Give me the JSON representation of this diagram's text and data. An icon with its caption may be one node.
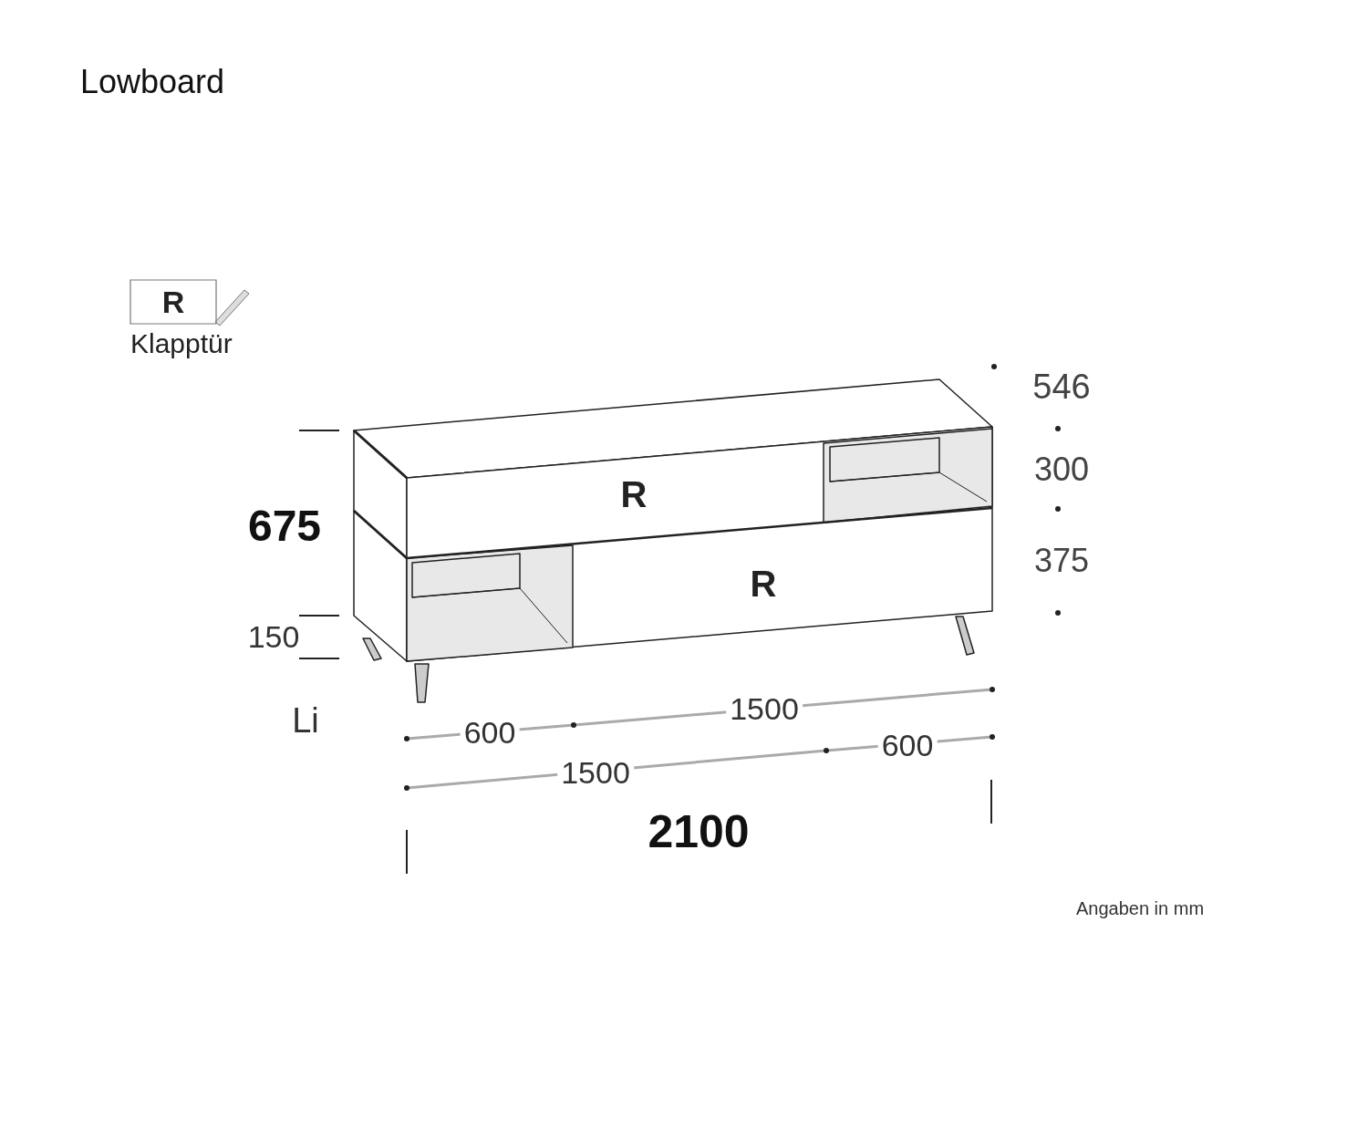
{
  "diagram": {
    "title": "Lowboard",
    "nodes": [
      {
        "text": [
          "R"
        ],
        "beside": [
          "Klapptür"
        ]
      },
      {
        "text": [
          "R"
        ]
      },
      {
        "text": [
          "R"
        ]
      }
    ],
    "labels": [
      "546",
      "300",
      "675",
      "375",
      "150",
      "Li",
      "1500",
      "600",
      "600",
      "1500",
      "2100",
      "Angaben in mm"
    ]
  }
}
